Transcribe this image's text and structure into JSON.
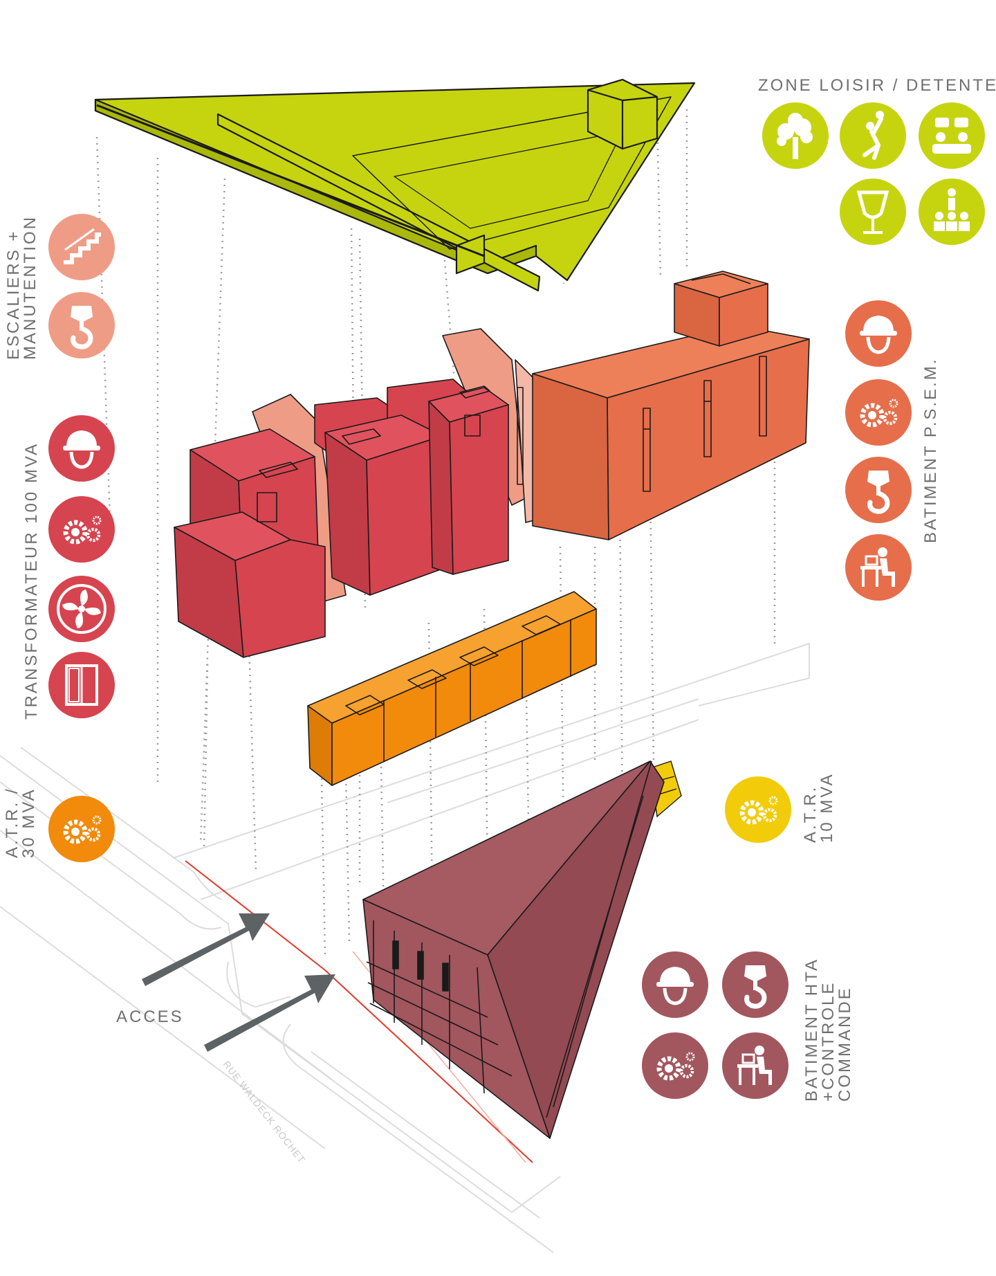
{
  "labels": {
    "zone_loisir": "ZONE LOISIR / DETENTE",
    "escaliers_1": "ESCALIERS +",
    "escaliers_2": "MANUTENTION",
    "transformateur": "TRANSFORMATEUR  100  MVA",
    "batiment_psem": "BATIMENT  P.S.E.M.",
    "atr30_1": "A.T.R. /",
    "atr30_2": "30 MVA",
    "atr10_1": "A.T.R.",
    "atr10_2": "10 MVA",
    "hta_1": "BATIMENT  HTA",
    "hta_2": "+CONTROLE",
    "hta_3": "COMMANDE",
    "acces": "ACCES",
    "street": "RUE WALDECK ROCHET"
  },
  "icon_groups": {
    "zone_loisir": [
      "tree-icon",
      "basketball-player-icon",
      "meeting-icon",
      "cocktail-glass-icon",
      "presentation-icon"
    ],
    "escaliers": [
      "stairs-icon",
      "crane-hook-icon"
    ],
    "transformateur": [
      "hard-hat-worker-icon",
      "gears-icon",
      "fan-icon",
      "cabinet-icon"
    ],
    "batiment_psem": [
      "hard-hat-worker-icon",
      "gears-icon",
      "crane-hook-icon",
      "desk-worker-icon"
    ],
    "atr30": [
      "gears-icon"
    ],
    "atr10": [
      "gears-icon"
    ],
    "batiment_hta": [
      "hard-hat-worker-icon",
      "crane-hook-icon",
      "gears-icon",
      "desk-worker-icon"
    ]
  },
  "colors": {
    "lime": "#c6d40f",
    "salmon": "#ef9c86",
    "red": "#d6444f",
    "orange_red": "#e66e4b",
    "orange": "#f28a0b",
    "yellow": "#f2cc0a",
    "maroon": "#a2565e"
  }
}
